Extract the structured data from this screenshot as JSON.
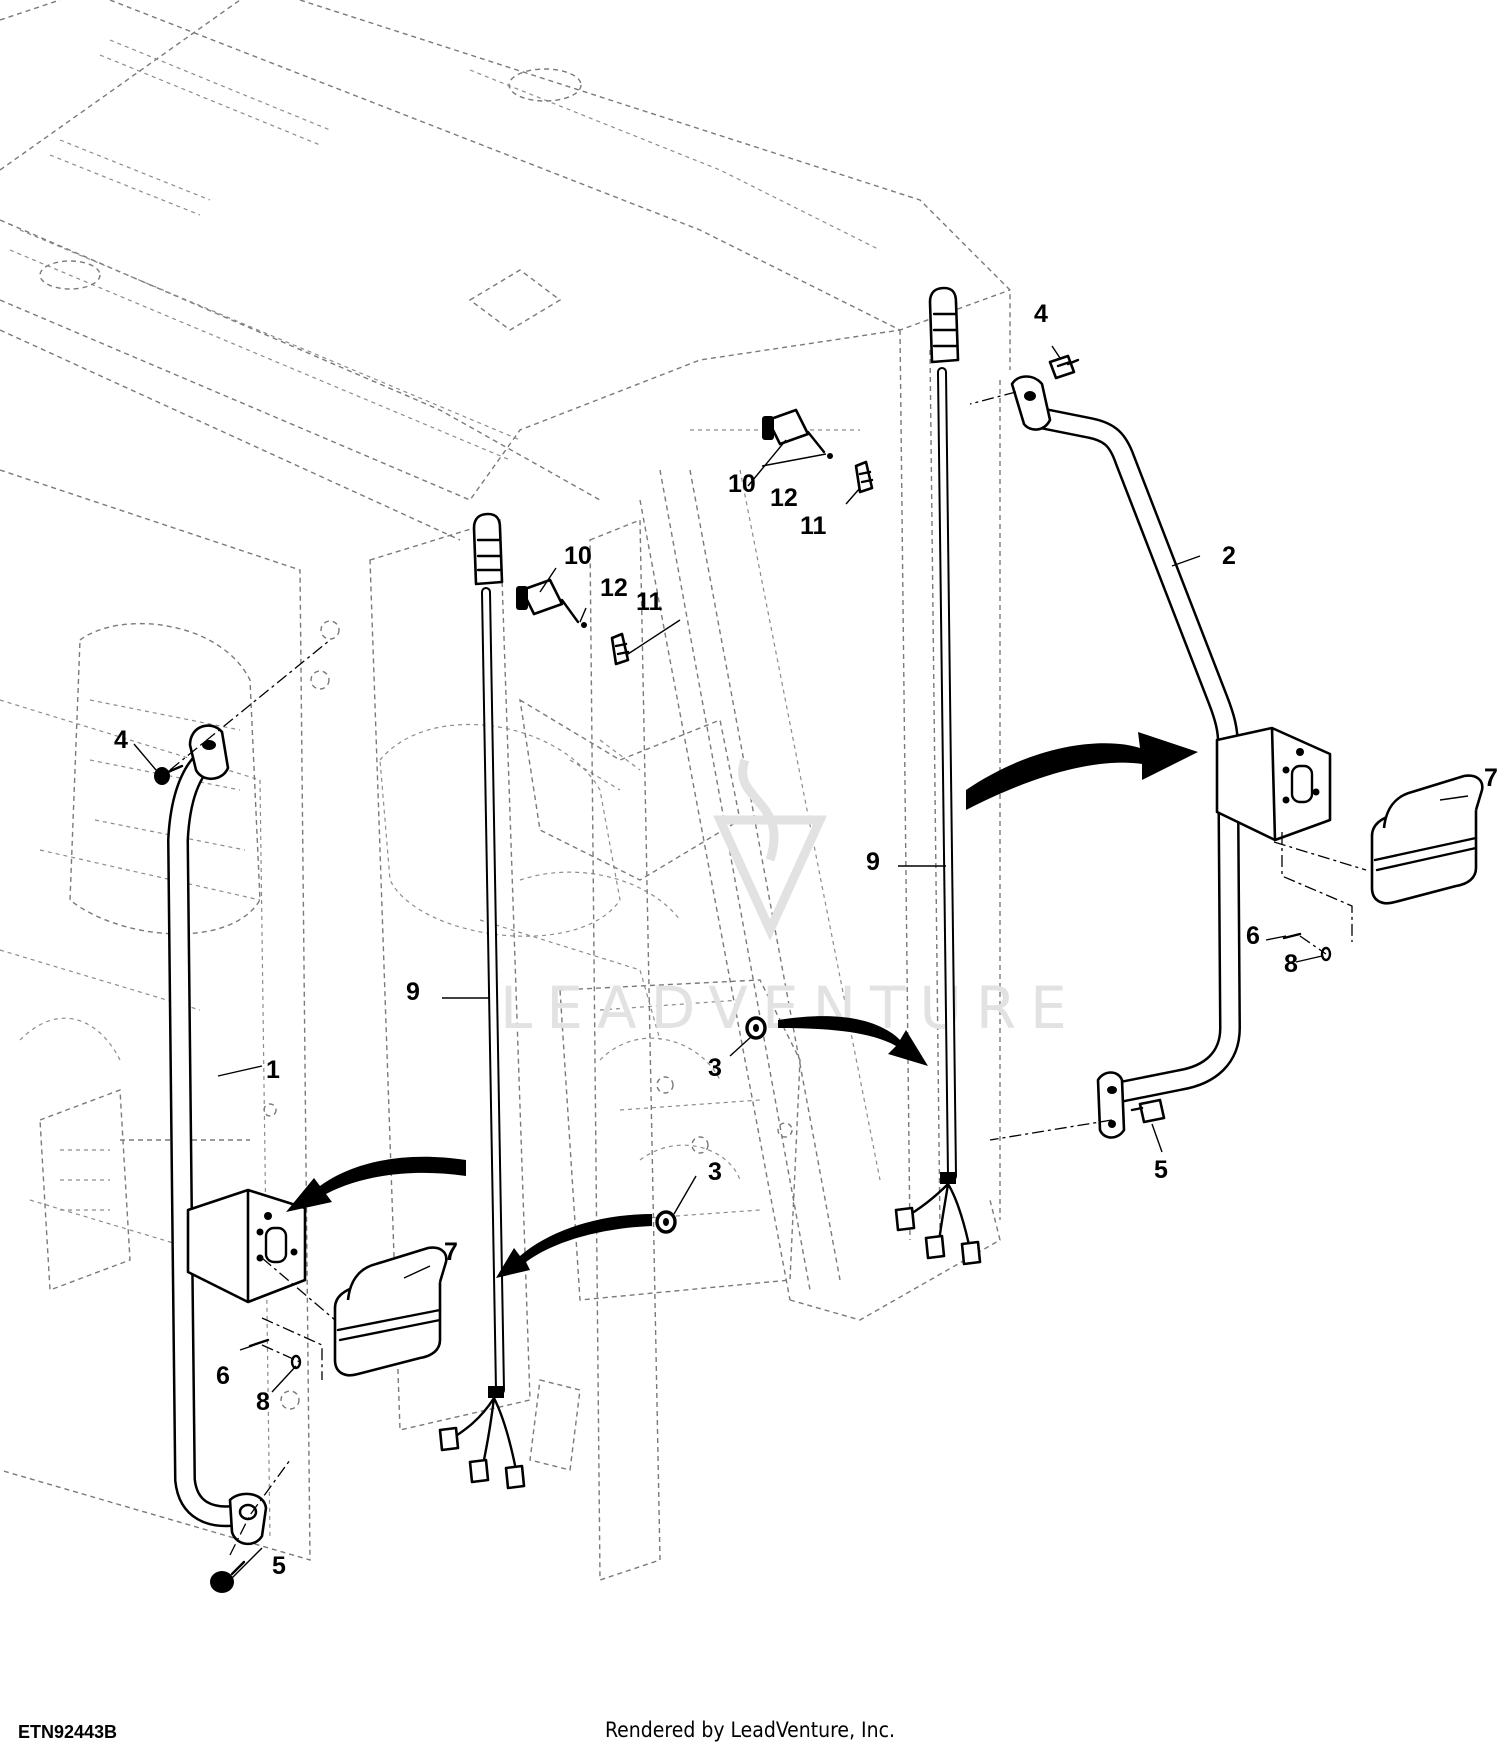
{
  "figure": {
    "id": "ETN92443B",
    "credit": "Rendered by LeadVenture, Inc.",
    "watermark": "LEADVENTURE"
  },
  "callouts": [
    {
      "key": "c1",
      "text": "1"
    },
    {
      "key": "c2",
      "text": "2"
    },
    {
      "key": "c3a",
      "text": "3"
    },
    {
      "key": "c3b",
      "text": "3"
    },
    {
      "key": "c4a",
      "text": "4"
    },
    {
      "key": "c4b",
      "text": "4"
    },
    {
      "key": "c5a",
      "text": "5"
    },
    {
      "key": "c5b",
      "text": "5"
    },
    {
      "key": "c6a",
      "text": "6"
    },
    {
      "key": "c6b",
      "text": "6"
    },
    {
      "key": "c7a",
      "text": "7"
    },
    {
      "key": "c7b",
      "text": "7"
    },
    {
      "key": "c8a",
      "text": "8"
    },
    {
      "key": "c8b",
      "text": "8"
    },
    {
      "key": "c9a",
      "text": "9"
    },
    {
      "key": "c9b",
      "text": "9"
    },
    {
      "key": "c10a",
      "text": "10"
    },
    {
      "key": "c10b",
      "text": "10"
    },
    {
      "key": "c11a",
      "text": "11"
    },
    {
      "key": "c11b",
      "text": "11"
    },
    {
      "key": "c12a",
      "text": "12"
    },
    {
      "key": "c12b",
      "text": "12"
    }
  ]
}
